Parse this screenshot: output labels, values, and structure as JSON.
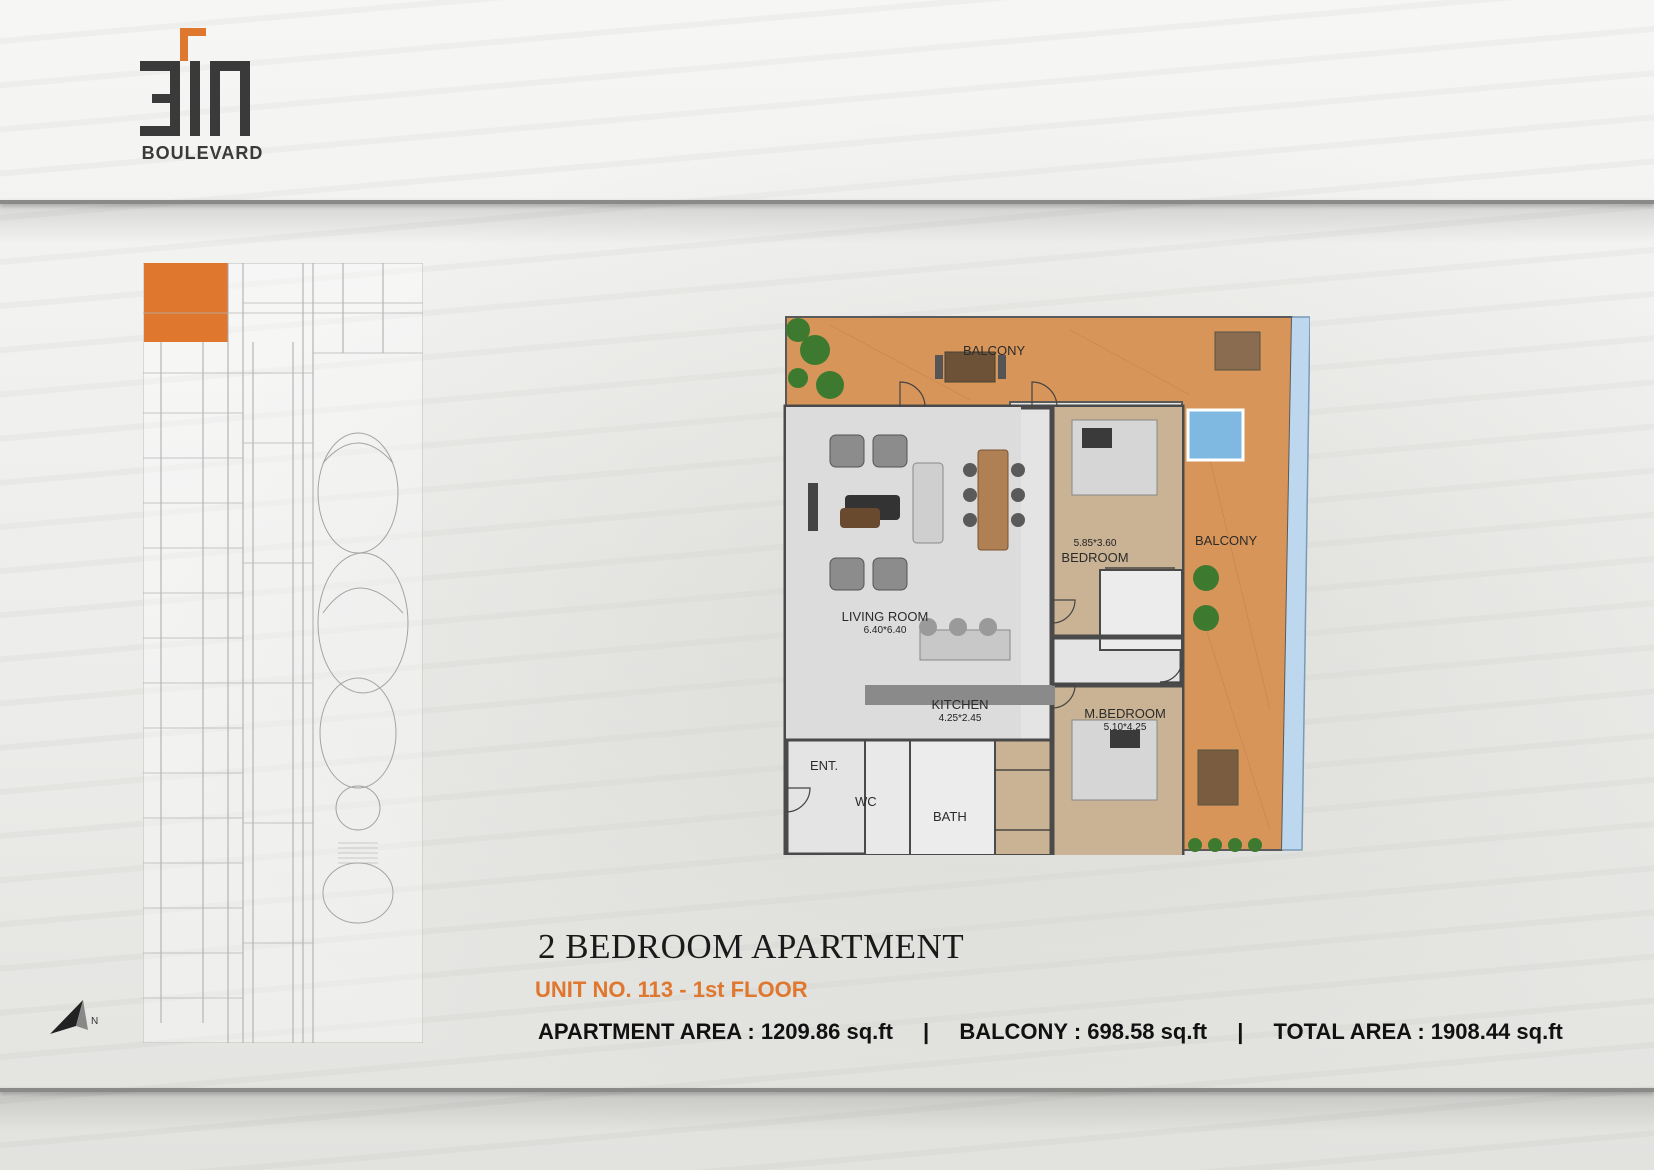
{
  "brand": {
    "logo_numeral": "311",
    "logo_word": "BOULEVARD",
    "colors": {
      "accent": "#e0772e",
      "logo_dark": "#3a3a3a",
      "balcony": "#d8955a"
    }
  },
  "plan": {
    "rooms": {
      "balcony_top": "BALCONY",
      "balcony_right": "BALCONY",
      "living_room": "LIVING ROOM",
      "living_room_dim": "6.40*6.40",
      "bedroom": "BEDROOM",
      "bedroom_dim": "5.85*3.60",
      "kitchen": "KITCHEN",
      "kitchen_dim": "4.25*2.45",
      "master_bedroom": "M.BEDROOM",
      "master_bedroom_dim": "5.10*4.25",
      "entrance": "ENT.",
      "wc": "WC",
      "bath": "BATH"
    },
    "north_label": "N"
  },
  "info": {
    "title": "2 BEDROOM APARTMENT",
    "unit": "UNIT NO.  113 - 1st FLOOR",
    "apartment_area": "APARTMENT AREA : 1209.86 sq.ft",
    "separator": "|",
    "balcony_area": "BALCONY : 698.58 sq.ft",
    "total_area": "TOTAL AREA : 1908.44 sq.ft"
  }
}
